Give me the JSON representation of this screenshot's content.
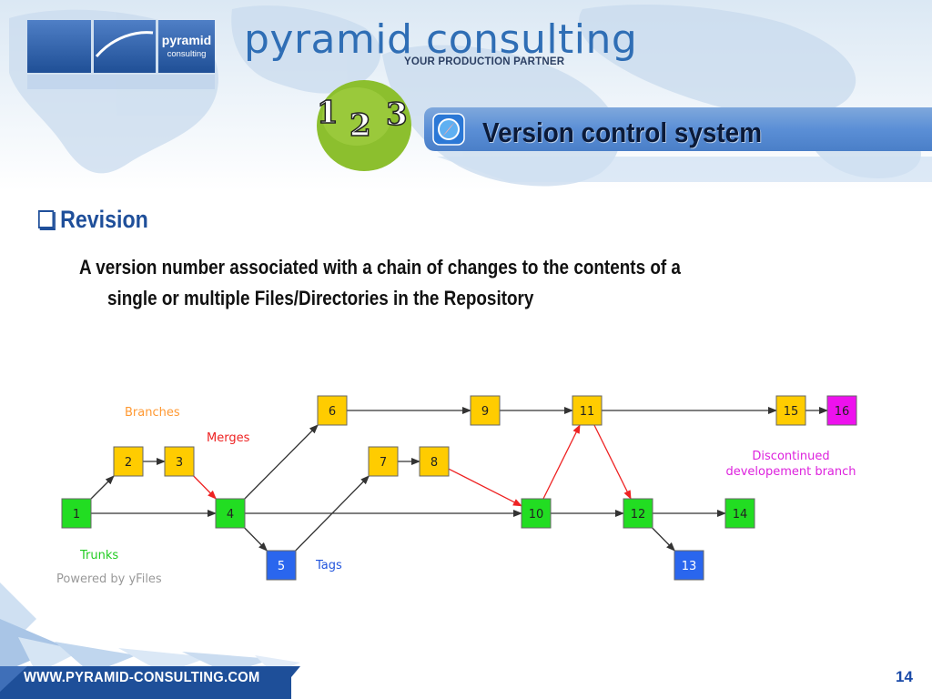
{
  "brand": {
    "logo_small_text": "pyramid",
    "logo_small_sub": "consulting",
    "name": "pyramid consulting",
    "tagline": "YOUR PRODUCTION PARTNER"
  },
  "title_bar": {
    "badge_digits": [
      "1",
      "2",
      "3"
    ],
    "title": "Version control system",
    "icon": "compass-icon"
  },
  "content": {
    "heading": "Revision",
    "body_line_1": "A version number associated with a chain of changes to the contents of a",
    "body_line_2": "single or multiple Files/Directories in the Repository"
  },
  "diagram": {
    "nodes": [
      {
        "id": "1",
        "kind": "trunk"
      },
      {
        "id": "2",
        "kind": "branch"
      },
      {
        "id": "3",
        "kind": "branch"
      },
      {
        "id": "4",
        "kind": "trunk"
      },
      {
        "id": "5",
        "kind": "tag"
      },
      {
        "id": "6",
        "kind": "branch"
      },
      {
        "id": "7",
        "kind": "branch"
      },
      {
        "id": "8",
        "kind": "branch"
      },
      {
        "id": "9",
        "kind": "branch"
      },
      {
        "id": "10",
        "kind": "trunk"
      },
      {
        "id": "11",
        "kind": "branch"
      },
      {
        "id": "12",
        "kind": "trunk"
      },
      {
        "id": "13",
        "kind": "tag"
      },
      {
        "id": "14",
        "kind": "trunk"
      },
      {
        "id": "15",
        "kind": "branch"
      },
      {
        "id": "16",
        "kind": "discontinued"
      }
    ],
    "edges": [
      {
        "from": "1",
        "to": "2",
        "kind": "normal"
      },
      {
        "from": "1",
        "to": "4",
        "kind": "normal"
      },
      {
        "from": "2",
        "to": "3",
        "kind": "normal"
      },
      {
        "from": "3",
        "to": "4",
        "kind": "merge"
      },
      {
        "from": "4",
        "to": "6",
        "kind": "normal"
      },
      {
        "from": "4",
        "to": "5",
        "kind": "normal"
      },
      {
        "from": "4",
        "to": "10",
        "kind": "normal"
      },
      {
        "from": "5",
        "to": "7",
        "kind": "normal"
      },
      {
        "from": "7",
        "to": "8",
        "kind": "normal"
      },
      {
        "from": "8",
        "to": "10",
        "kind": "merge"
      },
      {
        "from": "6",
        "to": "9",
        "kind": "normal"
      },
      {
        "from": "9",
        "to": "11",
        "kind": "normal"
      },
      {
        "from": "10",
        "to": "11",
        "kind": "merge"
      },
      {
        "from": "11",
        "to": "12",
        "kind": "merge"
      },
      {
        "from": "10",
        "to": "12",
        "kind": "normal"
      },
      {
        "from": "11",
        "to": "15",
        "kind": "normal"
      },
      {
        "from": "15",
        "to": "16",
        "kind": "normal"
      },
      {
        "from": "12",
        "to": "14",
        "kind": "normal"
      },
      {
        "from": "12",
        "to": "13",
        "kind": "normal"
      }
    ],
    "labels": {
      "branches": "Branches",
      "merges": "Merges",
      "trunks": "Trunks",
      "tags": "Tags",
      "powered_by": "Powered by yFiles",
      "discontinued_line_1": "Discontinued",
      "discontinued_line_2": "developement branch"
    },
    "colors": {
      "trunk": "#22dd22",
      "branch": "#ffcc00",
      "tag": "#2a66ee",
      "discontinued": "#ee11ee",
      "merge_edge": "#ee2222",
      "normal_edge": "#333333",
      "branches_label": "#ff9933",
      "merges_label": "#ee2222",
      "trunks_label": "#22cc22",
      "tags_label": "#2255dd",
      "discontinued_label": "#dd22dd",
      "powered_label": "#999999"
    }
  },
  "footer": {
    "url": "WWW.PYRAMID-CONSULTING.COM",
    "page_number": "14"
  }
}
